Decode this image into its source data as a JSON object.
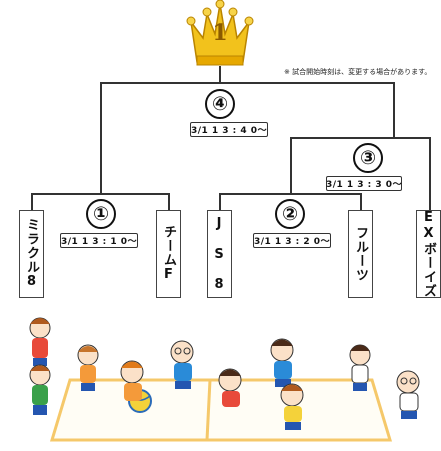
{
  "crown": {
    "number": "1",
    "gold": "#f2c21c",
    "dark": "#b98400"
  },
  "note": "※ 試合開始時刻は、変更する場合があります。",
  "rounds": [
    {
      "num": "①",
      "time": "3/1  1 3 : 1 0〜"
    },
    {
      "num": "②",
      "time": "3/1  1 3 : 2 0〜"
    },
    {
      "num": "③",
      "time": "3/1  1 3 : 3 0〜"
    },
    {
      "num": "④",
      "time": "3/1  1 3 : 4 0〜"
    }
  ],
  "teams": [
    {
      "name": "ミラクル8"
    },
    {
      "name": "チームF"
    },
    {
      "name": "JS8",
      "chars": [
        "J",
        "S",
        "8"
      ]
    },
    {
      "name": "フルーツ"
    },
    {
      "name": "EXボーイズ"
    }
  ],
  "colors": {
    "line": "#333333",
    "court": "#f5c86a"
  }
}
